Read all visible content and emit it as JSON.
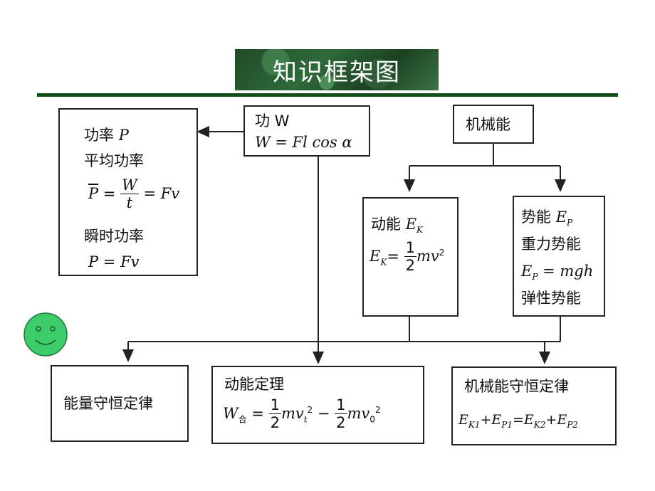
{
  "title": "知识框架图",
  "power_box": {
    "l1": "功率",
    "l1_var": "P",
    "l2": "平均功率",
    "l3_lhs": "P",
    "l3_num": "W",
    "l3_den": "t",
    "l3_rhs": "= Fv",
    "l4": "瞬时功率",
    "l5": "P = Fv"
  },
  "work_box": {
    "l1": "功 W",
    "l2": "W = Fl cos α"
  },
  "mech_box": {
    "l1": "机械能"
  },
  "kinetic_box": {
    "l1": "动能",
    "l1_var": "E",
    "l1_sub": "K",
    "l2_lhs": "E",
    "l2_sub": "K",
    "l2_num": "1",
    "l2_den": "2",
    "l2_rhs": "mv",
    "l2_sup": "2"
  },
  "potential_box": {
    "l1": "势能",
    "l1_var": "E",
    "l1_sub": "P",
    "l2": "重力势能",
    "l3": "E",
    "l3_sub": "P",
    "l3_rhs": " = mgh",
    "l4": "弹性势能"
  },
  "energy_cons_box": {
    "l1": "能量守恒定律"
  },
  "kin_theorem_box": {
    "l1": "动能定理",
    "w": "W",
    "w_sub": "合",
    "num1": "1",
    "den1": "2",
    "term1": "mv",
    "term1_sub": "t",
    "term1_sup": "2",
    "num2": "1",
    "den2": "2",
    "term2": "mv",
    "term2_sub": "0",
    "term2_sup": "2"
  },
  "mech_cons_box": {
    "l1": "机械能守恒定律",
    "l2": "E",
    "s1": "K1",
    "s2": "P1",
    "s3": "K2",
    "s4": "P2"
  },
  "colors": {
    "title_bg": "#2f6a3a",
    "rule": "#14501c",
    "smiley": "#3dcc6a"
  }
}
